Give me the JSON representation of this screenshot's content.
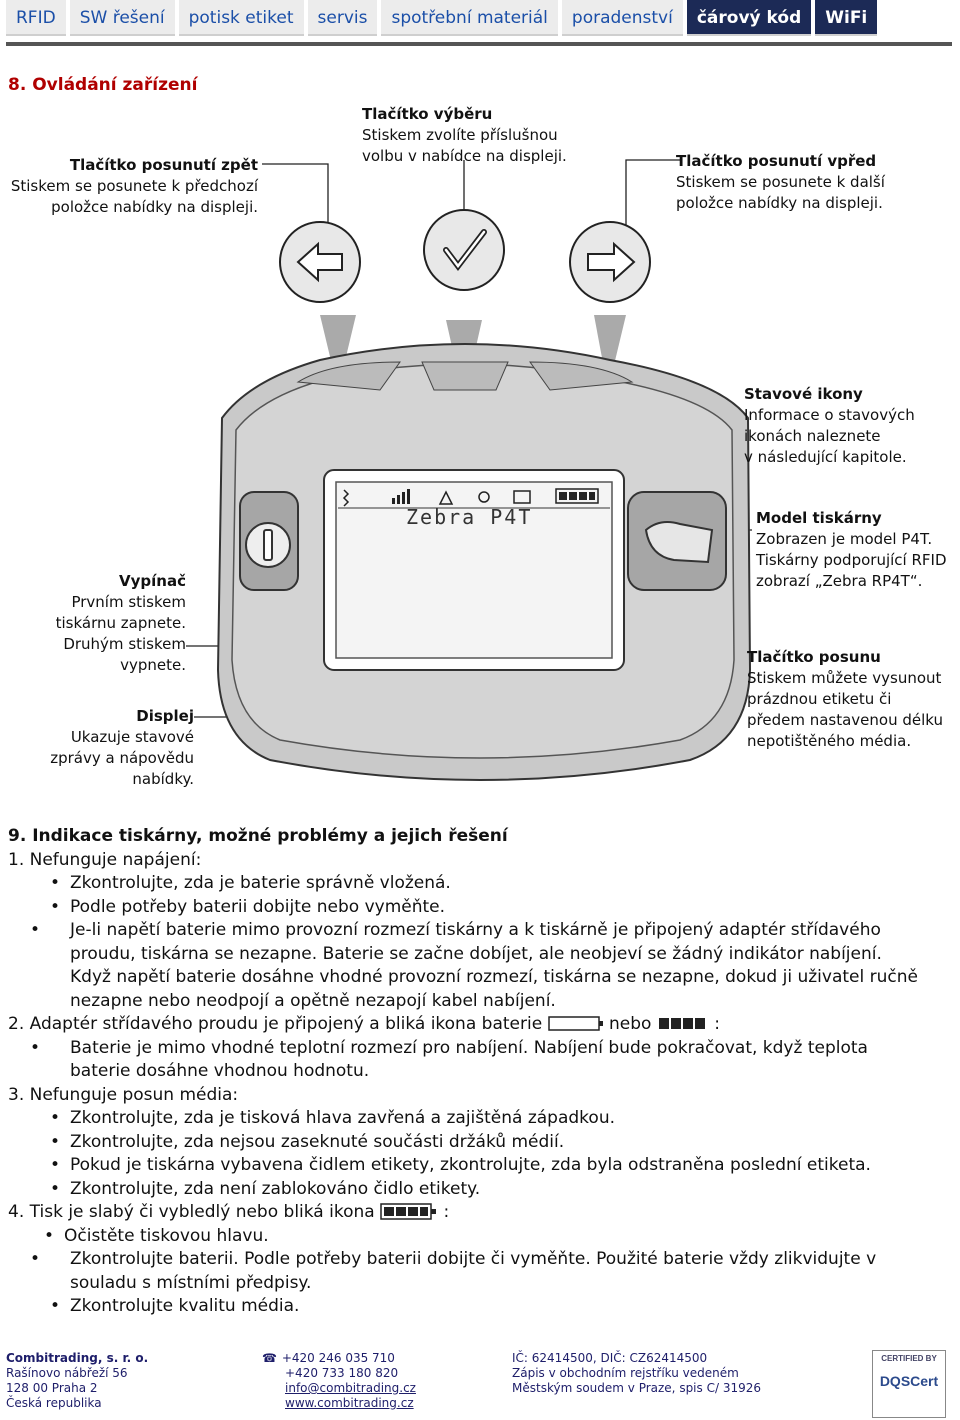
{
  "nav": [
    "RFID",
    "SW řešení",
    "potisk etiket",
    "servis",
    "spotřební materiál",
    "poradenství",
    "čárový kód",
    "WiFi"
  ],
  "section8": {
    "title": "8. Ovládání zařízení",
    "display_text": "Zebra P4T",
    "labels": {
      "back": {
        "title": "Tlačítko posunutí zpět",
        "text": [
          "Stiskem se posunete k předchozí",
          "položce nabídky na displeji."
        ]
      },
      "select": {
        "title": "Tlačítko výběru",
        "text": [
          "Stiskem zvolíte příslušnou",
          "volbu v nabídce na displeji."
        ]
      },
      "forward": {
        "title": "Tlačítko posunutí vpřed",
        "text": [
          "Stiskem se posunete k další",
          "položce nabídky na displeji."
        ]
      },
      "status": {
        "title": "Stavové ikony",
        "text": [
          "Informace o stavových",
          "ikonách naleznete",
          "v následující kapitole."
        ]
      },
      "model": {
        "title": "Model tiskárny",
        "text": [
          "Zobrazen je model P4T.",
          "Tiskárny podporující RFID",
          "zobrazí „Zebra RP4T“."
        ]
      },
      "power": {
        "title": "Vypínač",
        "text": [
          "Prvním stiskem",
          "tiskárnu zapnete.",
          "Druhým stiskem",
          "vypnete."
        ]
      },
      "display": {
        "title": "Displej",
        "text": [
          "Ukazuje stavové",
          "zprávy a nápovědu",
          "nabídky."
        ]
      },
      "feed": {
        "title": "Tlačítko posunu",
        "text": [
          "Stiskem můžete vysunout",
          "prázdnou etiketu či",
          "předem nastavenou délku",
          "nepotištěného média."
        ]
      }
    }
  },
  "section9": {
    "title": "9. Indikace tiskárny, možné problémy a jejich řešení",
    "items": [
      {
        "heading": "1. Nefunguje napájení:",
        "bullets": [
          "Zkontrolujte, zda je baterie správně vložená.",
          "Podle potřeby baterii dobijte nebo vyměňte."
        ],
        "long_bullet": [
          "Je-li napětí baterie mimo provozní rozmezí tiskárny a k tiskárně je připojený adaptér střídavého",
          "proudu, tiskárna se nezapne. Baterie se začne dobíjet, ale neobjeví se žádný indikátor nabíjení.",
          "Když napětí baterie dosáhne vhodné provozní rozmezí, tiskárna se nezapne, dokud ji uživatel ručně",
          "nezapne nebo neodpojí a opětně nezapojí kabel nabíjení."
        ]
      },
      {
        "heading_a": "2. Adaptér střídavého proudu je připojený a bliká ikona baterie",
        "heading_b": "nebo",
        "heading_c": ":",
        "long_bullet": [
          "Baterie je mimo vhodné teplotní rozmezí pro nabíjení. Nabíjení bude pokračovat, když teplota",
          "baterie dosáhne vhodnou hodnotu."
        ]
      },
      {
        "heading": "3. Nefunguje posun média:",
        "bullets": [
          "Zkontrolujte, zda je tisková hlava zavřená a zajištěná západkou.",
          "Zkontrolujte, zda nejsou zaseknuté součásti držáků médií.",
          "Pokud je tiskárna vybavena čidlem etikety, zkontrolujte, zda byla odstraněna poslední etiketa.",
          "Zkontrolujte, zda není zablokováno čidlo etikety."
        ]
      },
      {
        "heading_a": "4. Tisk je slabý či vybledlý nebo bliká ikona",
        "heading_c": ":",
        "bullets": [
          "Očistěte tiskovou hlavu."
        ],
        "long_bullet": [
          "Zkontrolujte baterii. Podle potřeby baterii dobijte či vyměňte. Použité baterie vždy zlikvidujte v",
          "souladu s místními předpisy."
        ],
        "last": "Zkontrolujte kvalitu média."
      }
    ]
  },
  "footer": {
    "col1": [
      "Combitrading, s. r. o.",
      "Rašínovo nábřeží 56",
      "128 00  Praha 2",
      "Česká republika"
    ],
    "col2": [
      "+420 246 035 710",
      "+420 733 180 820",
      "info@combitrading.cz",
      "www.combitrading.cz"
    ],
    "col3": [
      "IČ: 62414500, DIČ: CZ62414500",
      "Zápis v obchodním rejstříku vedeném",
      "Městským soudem v Praze, spis C/ 31926"
    ],
    "cert": "CERTIFIED BY",
    "cert_name": "DQSCert"
  }
}
